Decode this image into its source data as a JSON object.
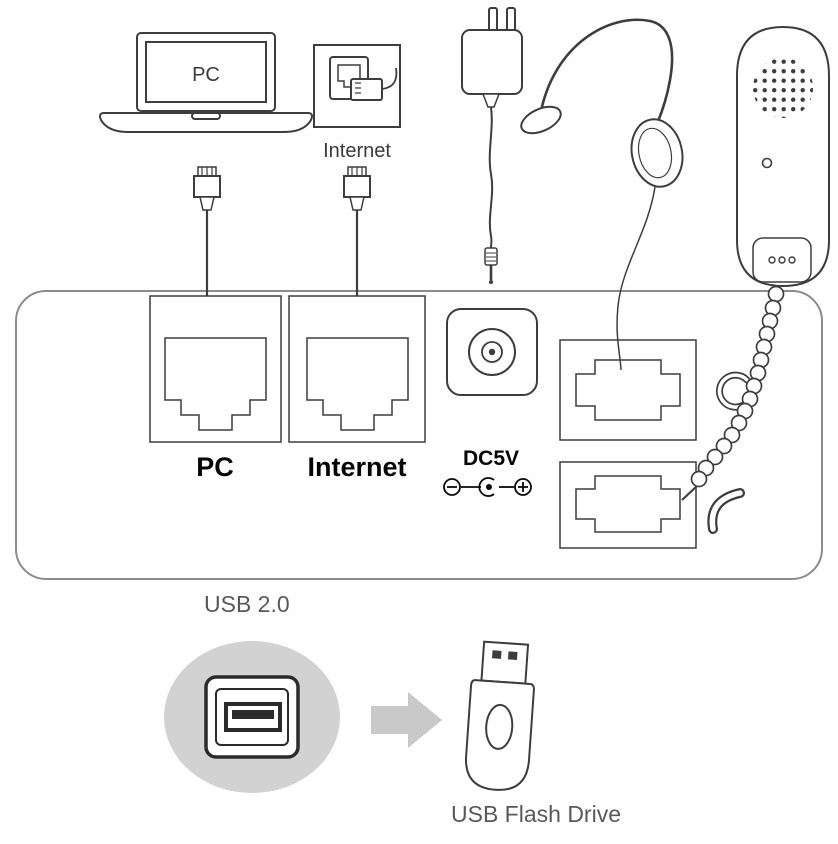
{
  "labels": {
    "laptop": "PC",
    "wall_jack": "Internet",
    "port_pc": "PC",
    "port_internet": "Internet",
    "port_dc": "DC5V",
    "usb_port": "USB 2.0",
    "usb_drive": "USB Flash Drive"
  },
  "colors": {
    "line": "#3d3d3d",
    "panel_outline": "#8c8c8c",
    "usb_circle_fill": "#d2d2d2",
    "arrow_fill": "#c9c9c9",
    "label_gray": "#595959",
    "label_black": "#050505"
  }
}
